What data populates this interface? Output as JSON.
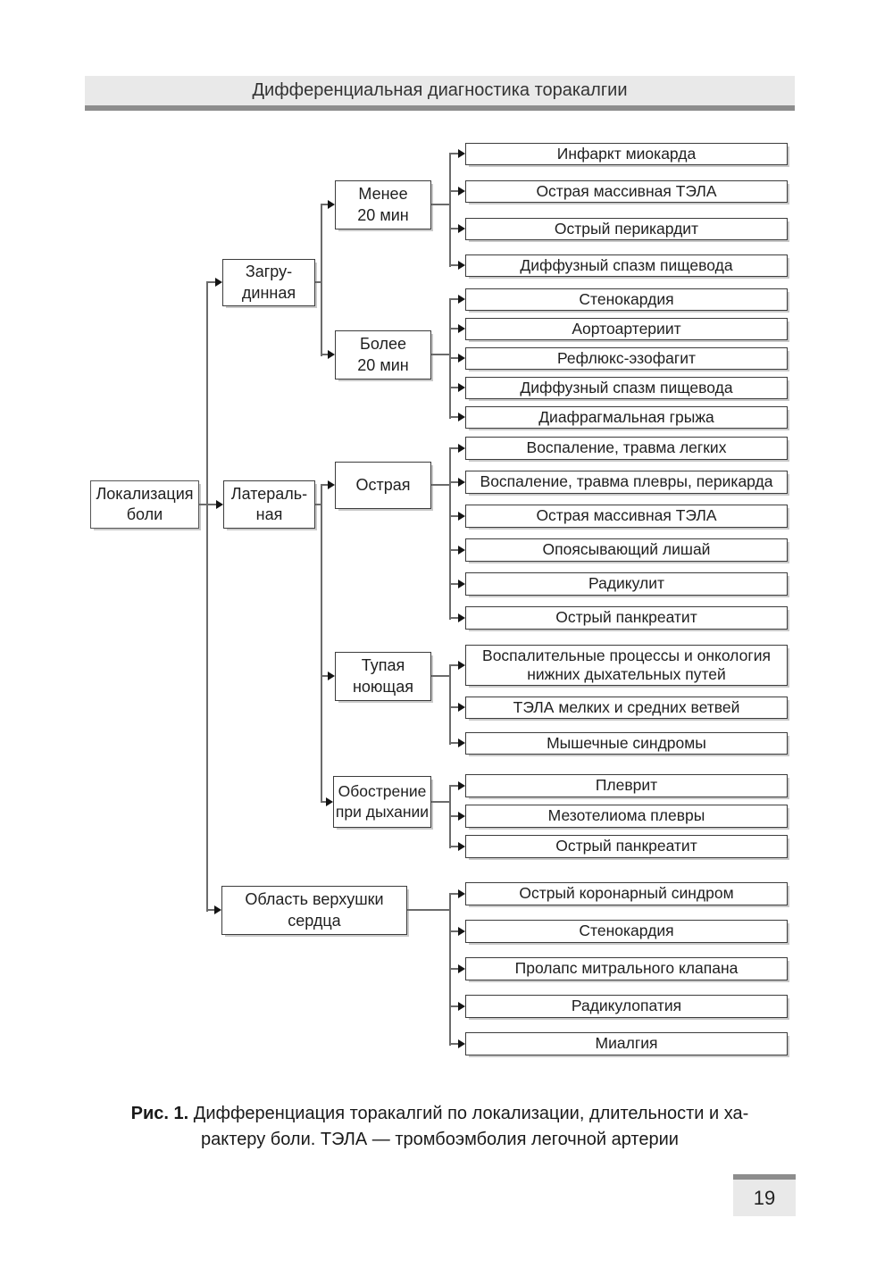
{
  "header": {
    "title": "Дифференциальная диагностика торакалгии"
  },
  "tree": {
    "root": "Локализация\nболи",
    "level1": {
      "zagrudinnaya": "Загру-\nдинная",
      "lateralnaya": "Латераль-\nная",
      "apex": "Область верхушки\nсердца"
    },
    "level2": {
      "menee": "Менее\n20 мин",
      "bolee": "Более\n20 мин",
      "ostraya": "Острая",
      "tupaya": "Тупая\nноющая",
      "obostrenie": "Обострение\nпри дыхании"
    },
    "leaves": {
      "menee": [
        "Инфаркт миокарда",
        "Острая массивная ТЭЛА",
        "Острый перикардит",
        "Диффузный спазм пищевода"
      ],
      "bolee": [
        "Стенокардия",
        "Аортоартериит",
        "Рефлюкс-эзофагит",
        "Диффузный спазм пищевода",
        "Диафрагмальная грыжа"
      ],
      "ostraya": [
        "Воспаление, травма легких",
        "Воспаление, травма плевры, перикарда",
        "Острая массивная ТЭЛА",
        "Опоясывающий лишай",
        "Радикулит",
        "Острый панкреатит"
      ],
      "tupaya": [
        "Воспалительные процессы и онкология\nнижних дыхательных путей",
        "ТЭЛА мелких и средних ветвей",
        "Мышечные синдромы"
      ],
      "obostrenie": [
        "Плеврит",
        "Мезотелиома плевры",
        "Острый панкреатит"
      ],
      "apex": [
        "Острый коронарный синдром",
        "Стенокардия",
        "Пролапс митрального клапана",
        "Радикулопатия",
        "Миалгия"
      ]
    }
  },
  "caption": {
    "prefix": "Рис. 1.",
    "line1_rest": " Дифференциация торакалгий по локализации, длительности и ха-",
    "line2": "рактеру боли. ТЭЛА — тромбоэмболия легочной артерии"
  },
  "page": {
    "number": "19"
  },
  "colors": {
    "header_bg": "#e9e9e9",
    "gray_bar": "#8d8d8d",
    "box_border": "#3c3c3c",
    "box_shadow": "#c9c9c9",
    "connector": "#6b6b6b",
    "arrowhead": "#141414"
  }
}
